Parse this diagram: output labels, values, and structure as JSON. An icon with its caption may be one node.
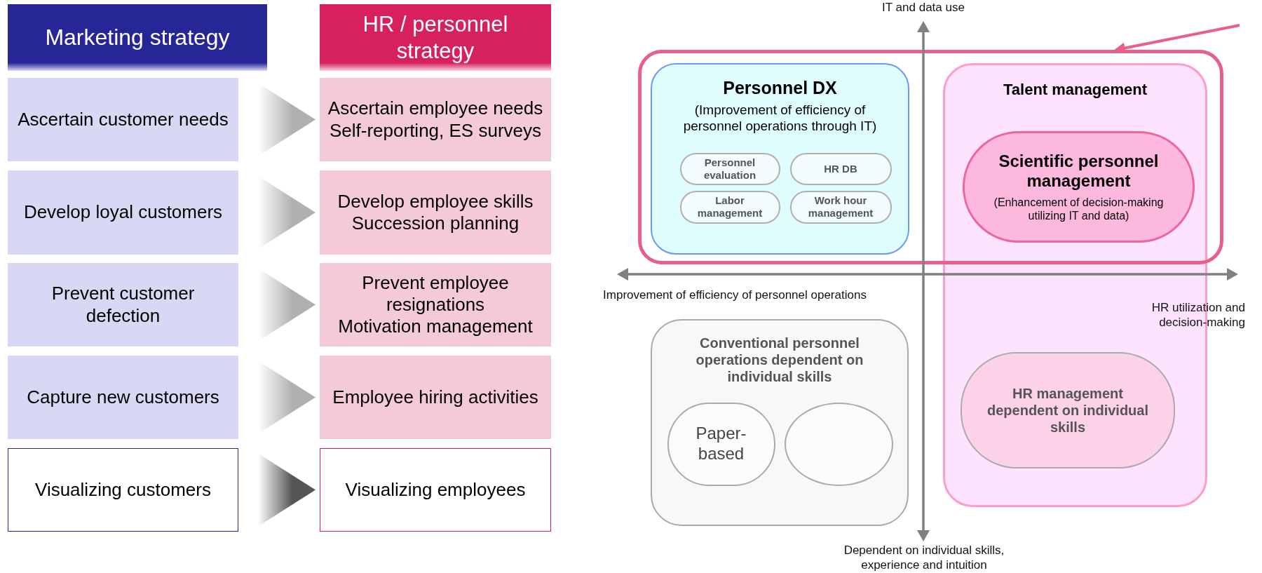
{
  "diagram": {
    "nodes": [
      {
        "text": [
          "Marketing strategy"
        ]
      },
      {
        "text": [
          "HR / personnel strategy"
        ]
      },
      {
        "text": [
          "Ascertain customer needs"
        ]
      },
      {
        "text": [
          "Ascertain employee needs",
          "Self-reporting, ES surveys"
        ]
      },
      {
        "text": [
          "Develop loyal customers"
        ]
      },
      {
        "text": [
          "Develop employee skills",
          "Succession planning"
        ]
      },
      {
        "text": [
          "Prevent customer defection"
        ]
      },
      {
        "text": [
          "Prevent employee resignations",
          "Motivation management"
        ]
      },
      {
        "text": [
          "Capture new customers"
        ]
      },
      {
        "text": [
          "Employee hiring activities"
        ]
      },
      {
        "text": [
          "Visualizing customers"
        ]
      },
      {
        "text": [
          "Visualizing employees"
        ]
      },
      {
        "text": [],
        "shape": "box"
      },
      {
        "text": [
          "Personnel DX",
          "(Improvement of efficiency of personnel operations through IT)"
        ],
        "in": 12
      },
      {
        "text": [
          "Personnel evaluation"
        ],
        "in": 13
      },
      {
        "text": [
          "HR DB"
        ],
        "in": 13
      },
      {
        "text": [
          "Labor management"
        ],
        "in": 13
      },
      {
        "text": [
          "Work hour management"
        ],
        "in": 13
      },
      {
        "text": [
          "Talent management"
        ]
      },
      {
        "text": [
          "Scientific personnel management",
          "(Enhancement of decision-making utilizing IT and data)"
        ]
      },
      {
        "text": [
          "Conventional personnel operations dependent on individual skills"
        ]
      },
      {
        "text": [
          "Paper-based"
        ],
        "in": 20
      },
      {
        "text": [],
        "shape": "circle",
        "in": 20
      },
      {
        "text": [
          "HR management dependent on individual skills"
        ],
        "in": 18
      }
    ],
    "edges": [
      {
        "from": 2,
        "to": 3,
        "arrow": "to"
      },
      {
        "from": 4,
        "to": 5,
        "arrow": "to"
      },
      {
        "from": 6,
        "to": 7,
        "arrow": "to"
      },
      {
        "from": 8,
        "to": 9,
        "arrow": "to"
      },
      {
        "from": 10,
        "to": 11,
        "arrow": "to",
        "color": "#555555"
      },
      {
        "from": null,
        "to": 12,
        "arrow": "to",
        "color": "#e8608a"
      }
    ],
    "labels": [
      "IT and data use",
      "Improvement of efficiency of personnel operations",
      "HR utilization and decision-making",
      "Dependent on individual skills, experience and intuition"
    ]
  }
}
